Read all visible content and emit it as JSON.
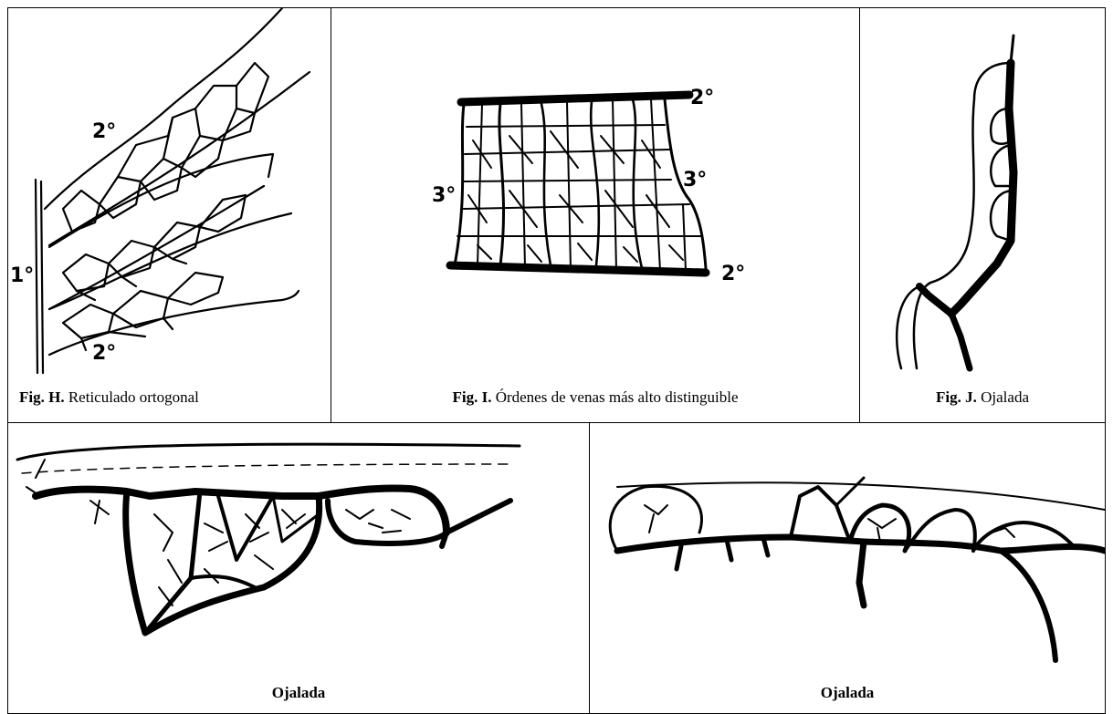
{
  "figures": {
    "h": {
      "caption_prefix": "Fig. H.",
      "caption_text": " Reticulado ortogonal",
      "labels": {
        "secondary_top": "2°",
        "secondary_bottom": "2°",
        "primary": "1°"
      }
    },
    "i": {
      "caption_prefix": "Fig. I.",
      "caption_text": " Órdenes de venas más alto distinguible",
      "labels": {
        "secondary_top": "2°",
        "secondary_bottom": "2°",
        "tertiary_left": "3°",
        "tertiary_right": "3°"
      }
    },
    "j": {
      "caption_prefix": "Fig. J.",
      "caption_text": " Ojalada"
    },
    "bottom_left": {
      "caption": "Ojalada"
    },
    "bottom_right": {
      "caption": "Ojalada"
    }
  }
}
